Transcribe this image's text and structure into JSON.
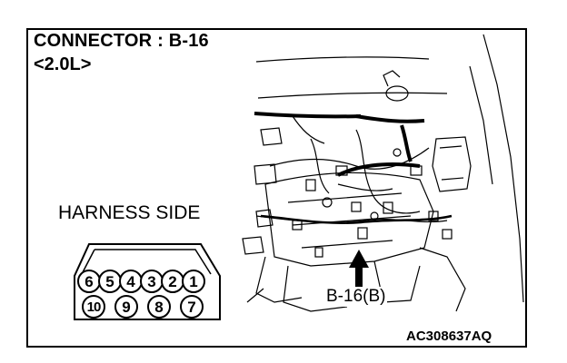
{
  "header": {
    "title": "CONNECTOR : B-16",
    "variant": "<2.0L>"
  },
  "connector": {
    "side_label": "HARNESS SIDE",
    "top_row": [
      "6",
      "5",
      "4",
      "3",
      "2",
      "1"
    ],
    "bottom_row": [
      "10",
      "9",
      "8",
      "7"
    ]
  },
  "engine_view": {
    "callout_label": "B-16(B)"
  },
  "footer": {
    "figure_code": "AC308637AQ"
  }
}
